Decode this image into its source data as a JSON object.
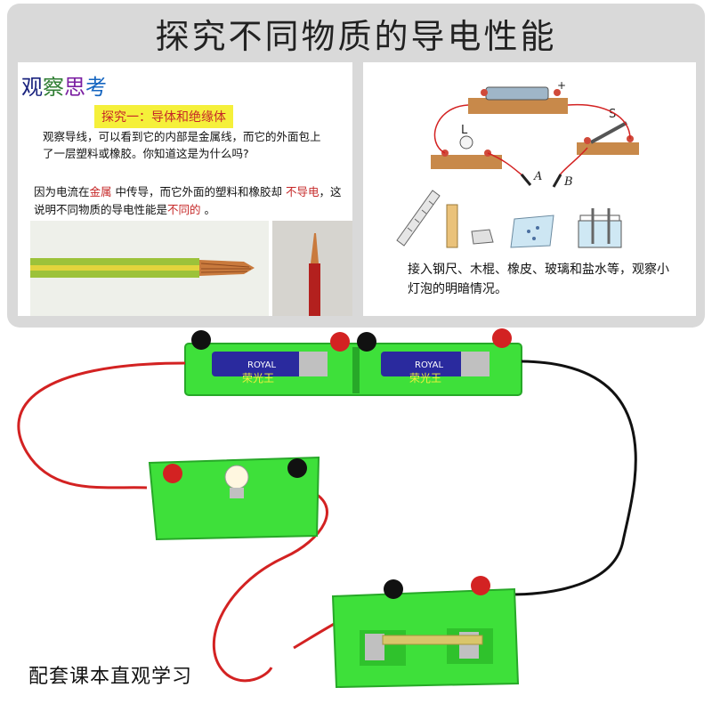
{
  "title": "探究不同物质的导电性能",
  "left_panel": {
    "heading_chars": [
      "观",
      "察",
      "思",
      "考"
    ],
    "probe_label": "探究一：导体和绝缘体",
    "wire_text": "观察导线，可以看到它的内部是金属线，而它的外面包上了一层塑料或橡胶。你知道这是为什么吗?",
    "conclusion": {
      "part1": "因为电流在",
      "blank1": "金属",
      "part2": " 中传导，而它外面的塑料和橡胶却 ",
      "blank2": "不导电",
      "part3": "，这说明不同物质的导电性能是",
      "blank3": "不同的",
      "part4": " 。"
    }
  },
  "right_panel": {
    "label_L": "L",
    "label_S": "S",
    "label_A": "A",
    "label_B": "B",
    "instruction": "接入钢尺、木棍、橡皮、玻璃和盐水等，观察小灯泡的明暗情况。"
  },
  "product": {
    "battery_brand": "ROYAL",
    "battery_cn": "荣光王"
  },
  "caption": "配套课本直观学习",
  "colors": {
    "panel_bg": "#d9d9d9",
    "board_green": "#3ee03a",
    "wire_red": "#d32222",
    "wire_black": "#111111",
    "battery_blue": "#2a2a9e",
    "highlight_yellow": "#f5f03a",
    "accent_red": "#c62828"
  }
}
